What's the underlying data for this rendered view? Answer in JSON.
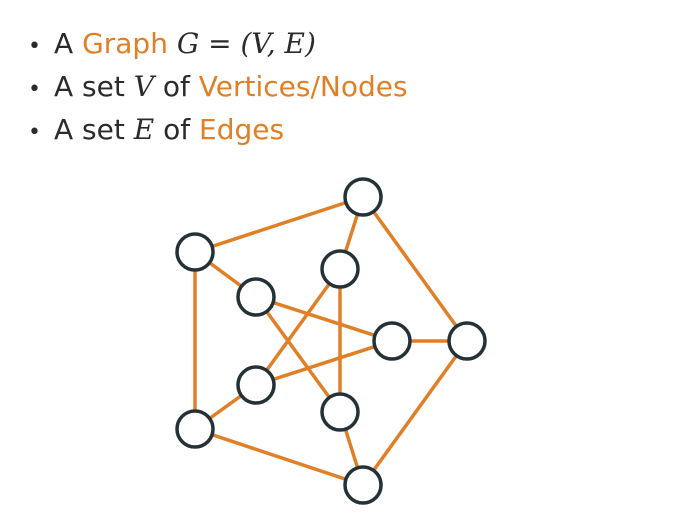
{
  "colors": {
    "accent": "#e07f26",
    "text": "#2b2b2b",
    "node_stroke": "#243238"
  },
  "bullets": [
    {
      "prefix": "A ",
      "term": "Graph",
      "math": " G = (V, E)"
    },
    {
      "prefix": "A set ",
      "var": "V",
      "mid": " of ",
      "term": "Vertices/Nodes"
    },
    {
      "prefix": "A set ",
      "var": "E",
      "mid": " of ",
      "term": "Edges"
    }
  ],
  "graph": {
    "node_count": 10,
    "edge_count": 15
  }
}
